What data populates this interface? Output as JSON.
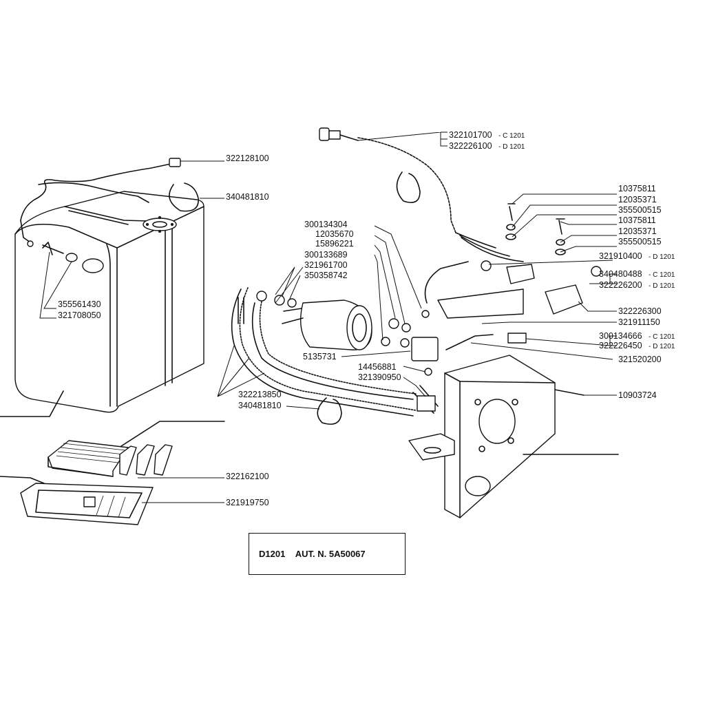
{
  "callouts": [
    {
      "label": "322128100",
      "suffix": ""
    },
    {
      "label": "340481810",
      "suffix": ""
    },
    {
      "label": "355561430",
      "suffix": ""
    },
    {
      "label": "321708050",
      "suffix": ""
    },
    {
      "label": "322101700",
      "suffix": "- C 1201"
    },
    {
      "label": "322226100",
      "suffix": "- D 1201"
    },
    {
      "label": "10375811",
      "suffix": ""
    },
    {
      "label": "12035371",
      "suffix": ""
    },
    {
      "label": "355500515",
      "suffix": ""
    },
    {
      "label": "10375811",
      "suffix": ""
    },
    {
      "label": "12035371",
      "suffix": ""
    },
    {
      "label": "355500515",
      "suffix": ""
    },
    {
      "label": "321910400",
      "suffix": "- D 1201"
    },
    {
      "label": "340480488",
      "suffix": "- C 1201"
    },
    {
      "label": "322226200",
      "suffix": "- D 1201"
    },
    {
      "label": "322226300",
      "suffix": ""
    },
    {
      "label": "321911150",
      "suffix": ""
    },
    {
      "label": "300134666",
      "suffix": "- C 1201"
    },
    {
      "label": "322226450",
      "suffix": "- D 1201"
    },
    {
      "label": "321520200",
      "suffix": ""
    },
    {
      "label": "10903724",
      "suffix": ""
    },
    {
      "label": "300134304",
      "suffix": ""
    },
    {
      "label": "12035670",
      "suffix": ""
    },
    {
      "label": "15896221",
      "suffix": ""
    },
    {
      "label": "300133689",
      "suffix": ""
    },
    {
      "label": "321961700",
      "suffix": ""
    },
    {
      "label": "350358742",
      "suffix": ""
    },
    {
      "label": "5135731",
      "suffix": ""
    },
    {
      "label": "14456881",
      "suffix": ""
    },
    {
      "label": "321390950",
      "suffix": ""
    },
    {
      "label": "322213850",
      "suffix": ""
    },
    {
      "label": "340481810",
      "suffix": ""
    },
    {
      "label": "322162100",
      "suffix": ""
    },
    {
      "label": "321919750",
      "suffix": ""
    }
  ],
  "title_block": {
    "model": "D1201",
    "authorization": "AUT. N. 5A50067"
  }
}
